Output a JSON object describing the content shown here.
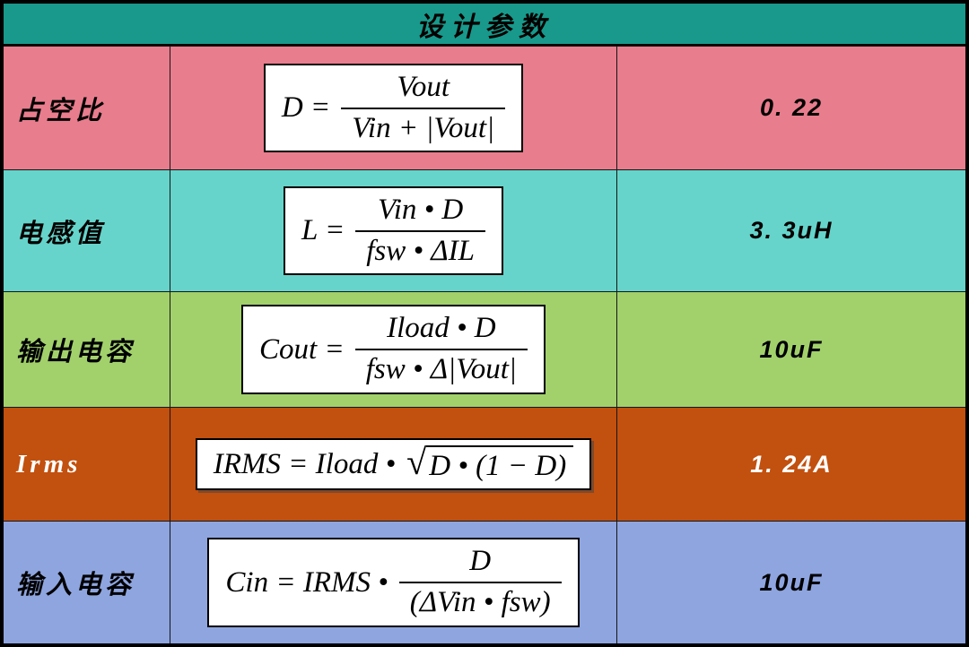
{
  "header": {
    "title": "设计参数"
  },
  "colors": {
    "header": "#18998B",
    "row_duty": "#E87D8D",
    "row_inductor": "#66D4CA",
    "row_cout": "#A2D16C",
    "row_irms": "#C2500E",
    "row_cin": "#8EA5DF"
  },
  "rows": [
    {
      "name": "占空比",
      "value": "0. 22",
      "formula": {
        "lhs": "D =",
        "num": "Vout",
        "den": "Vin + |Vout|"
      }
    },
    {
      "name": "电感值",
      "value": "3. 3uH",
      "formula": {
        "lhs": "L =",
        "num": "Vin • D",
        "den": "fsw • ΔIL"
      }
    },
    {
      "name": "输出电容",
      "value": "10uF",
      "formula": {
        "lhs": "Cout =",
        "num": "Iload • D",
        "den": "fsw • Δ|Vout|"
      }
    },
    {
      "name": "Irms",
      "value": "1. 24A",
      "formula": {
        "lhs": "IRMS = Iload •",
        "radical": "√",
        "sqrt": "D • (1 − D)"
      }
    },
    {
      "name": "输入电容",
      "value": "10uF",
      "formula": {
        "lhs": "Cin = IRMS •",
        "num": "D",
        "den": "(ΔVin • fsw)"
      }
    }
  ]
}
